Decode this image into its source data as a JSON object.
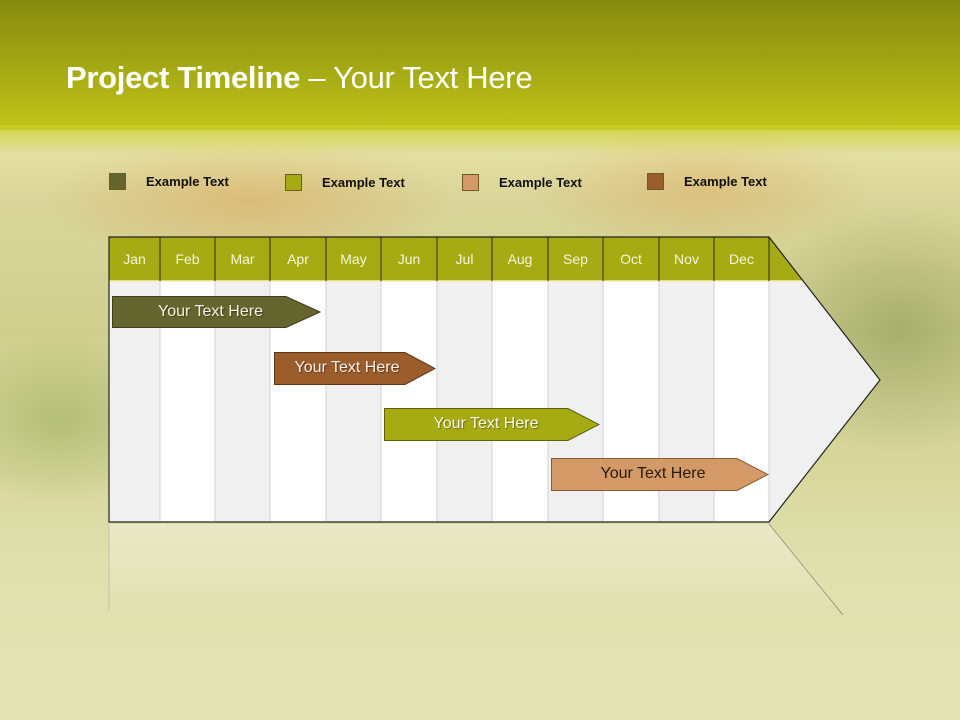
{
  "slide": {
    "title_bold": "Project Timeline",
    "title_rest": " – Your Text Here"
  },
  "legend": [
    {
      "label": "Example Text",
      "color": "#65662f"
    },
    {
      "label": "Example Text",
      "color": "#a6ab14"
    },
    {
      "label": "Example Text",
      "color": "#d39a68"
    },
    {
      "label": "Example Text",
      "color": "#9c5d2d"
    }
  ],
  "timeline": {
    "header_color": "#a6ab14",
    "months": [
      "Jan",
      "Feb",
      "Mar",
      "Apr",
      "May",
      "Jun",
      "Jul",
      "Aug",
      "Sep",
      "Oct",
      "Nov",
      "Dec"
    ],
    "tasks": [
      {
        "label": "Your  Text Here",
        "start": "Jan",
        "end": "Apr",
        "color": "#65662f",
        "text_color": "#f2f2e0"
      },
      {
        "label": "Your  Text Here",
        "start": "Apr",
        "end": "Jun",
        "color": "#9c5d2d",
        "text_color": "#f7efe5"
      },
      {
        "label": "Your  Text Here",
        "start": "Jun",
        "end": "Sep",
        "color": "#a6ab14",
        "text_color": "#f8f9e6"
      },
      {
        "label": "Your  Text Here",
        "start": "Sep",
        "end": "Dec",
        "color": "#d39a68",
        "text_color": "#2a1a0a"
      }
    ]
  }
}
